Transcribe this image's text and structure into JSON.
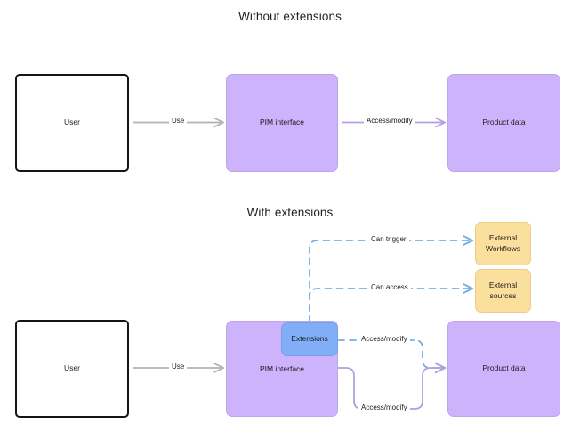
{
  "diagram": {
    "sections": [
      {
        "id": "without",
        "title": "Without extensions"
      },
      {
        "id": "with",
        "title": "With extensions"
      }
    ],
    "colors": {
      "purple_fill": "#ccb3fb",
      "purple_stroke": "#bda6ec",
      "blue_fill": "#82aef7",
      "blue_stroke": "#74a1ea",
      "yellow_fill": "#fbdf9c",
      "yellow_stroke": "#e8cd8c",
      "user_stroke": "#141414",
      "gray_arrow": "#b3b3b3",
      "purple_arrow": "#b49fe0",
      "blue_arrow": "#74aee0",
      "text": "#1a1a1a",
      "background": "#ffffff"
    },
    "top": {
      "nodes": {
        "user": "User",
        "pim": "PIM interface",
        "product": "Product data"
      },
      "edges": {
        "user_to_pim": "Use",
        "pim_to_product": "Access/modify"
      }
    },
    "bottom": {
      "nodes": {
        "user": "User",
        "pim": "PIM interface",
        "extensions": "Extensions",
        "product": "Product data",
        "external_workflows_line1": "External",
        "external_workflows_line2": "Workflows",
        "external_sources_line1": "External",
        "external_sources_line2": "sources"
      },
      "edges": {
        "user_to_pim": "Use",
        "ext_to_workflows": "Can trigger",
        "ext_to_sources": "Can access",
        "ext_to_product": "Access/modify",
        "pim_to_product": "Access/modify"
      }
    }
  }
}
